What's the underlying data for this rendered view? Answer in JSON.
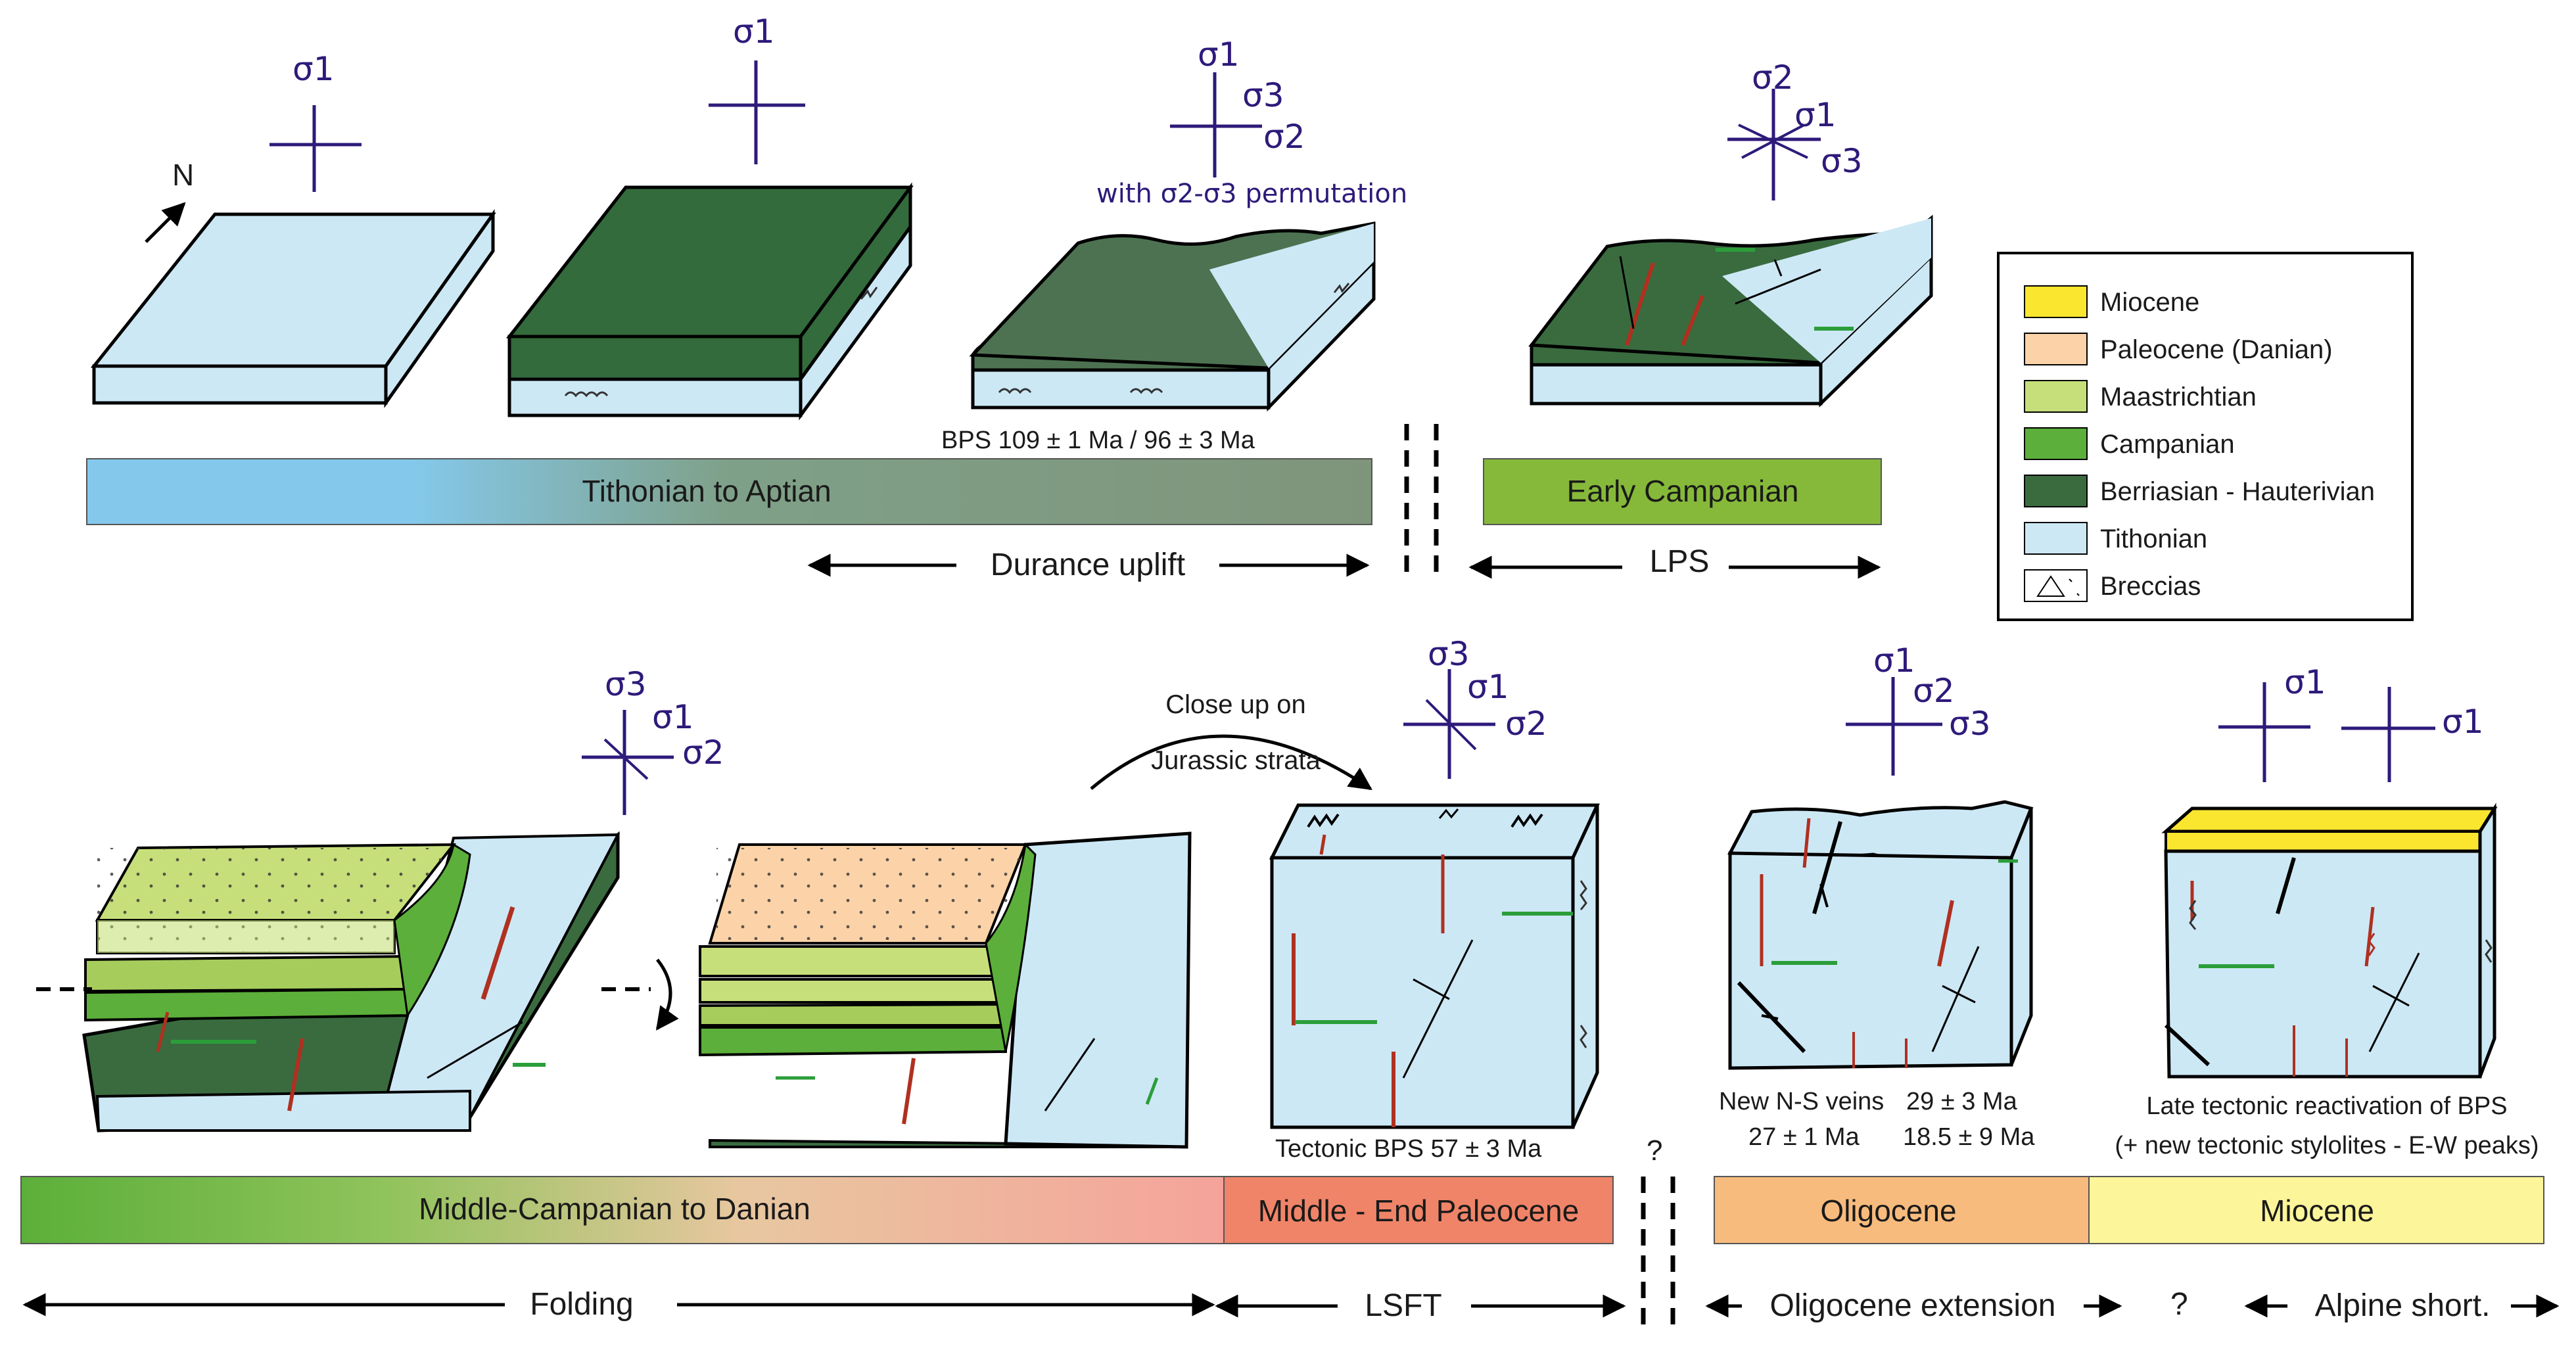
{
  "compass_north": "N",
  "sigma_labels": {
    "s1": "σ1",
    "s2": "σ2",
    "s3": "σ3"
  },
  "permutation_note": "with σ2-σ3 permutation",
  "bps_dates_top": "BPS 109 ± 1 Ma / 96 ± 3 Ma",
  "close_up_label": [
    "Close up on",
    "Jurassic strata"
  ],
  "tectonic_bps": "Tectonic BPS 57 ± 3 Ma",
  "veins_label": [
    "New N-S veins",
    "29 ± 3 Ma",
    "27 ± 1 Ma",
    "18.5 ± 9 Ma"
  ],
  "late_reactivation": [
    "Late tectonic reactivation of  BPS",
    "(+ new tectonic stylolites - E-W peaks)"
  ],
  "question_mark": "?",
  "timeline_top": [
    {
      "label": "Tithonian to Aptian"
    },
    {
      "label": "Early Campanian"
    }
  ],
  "timeline_bottom": [
    {
      "label": "Middle-Campanian to Danian"
    },
    {
      "label": "Middle - End Paleocene"
    },
    {
      "label": "Oligocene"
    },
    {
      "label": "Miocene"
    }
  ],
  "phases_top": [
    {
      "label": "Durance uplift"
    },
    {
      "label": "LPS"
    }
  ],
  "phases_bottom": [
    {
      "label": "Folding"
    },
    {
      "label": "LSFT"
    },
    {
      "label": "Oligocene extension"
    },
    {
      "label": "Alpine short."
    }
  ],
  "legend": [
    {
      "label": "Miocene",
      "color": "#fbe62f"
    },
    {
      "label": "Paleocene (Danian)",
      "color": "#fcd3a8"
    },
    {
      "label": "Maastrichtian",
      "color": "#c7df7a"
    },
    {
      "label": "Campanian",
      "color": "#5caf3a"
    },
    {
      "label": "Berriasian - Hauterivian",
      "color": "#3a6b3f"
    },
    {
      "label": "Tithonian",
      "color": "#cde8f5"
    },
    {
      "label": "Breccias",
      "color": "#ffffff"
    }
  ]
}
